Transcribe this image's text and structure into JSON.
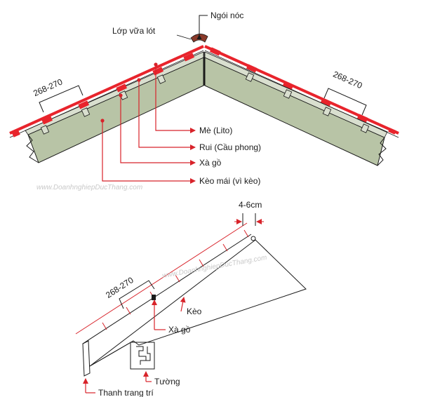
{
  "top_diagram": {
    "ridge_tile_label": "Ngói nóc",
    "mortar_layer_label": "Lớp vữa lót",
    "left_spacing_label": "268-270",
    "right_spacing_label": "268-270",
    "legend": [
      "Mè (Lito)",
      "Rui (Cầu phong)",
      "Xà gồ",
      "Kèo mái (vì kèo)"
    ],
    "watermark": "www.DoanhnghiepDucThang.com"
  },
  "bottom_diagram": {
    "gap_label": "4-6cm",
    "spacing_label": "268-270",
    "rafter_label": "Kèo",
    "purlin_label": "Xà gồ",
    "wall_label": "Tường",
    "fascia_label": "Thanh trang trí",
    "watermark": "www.DoanhnghiepDucThang.com"
  },
  "colors": {
    "tile_red": "#e8242c",
    "beam_fill": "#b8c4a6",
    "line": "#1a1a1a",
    "arrow_red": "#d8232a"
  }
}
